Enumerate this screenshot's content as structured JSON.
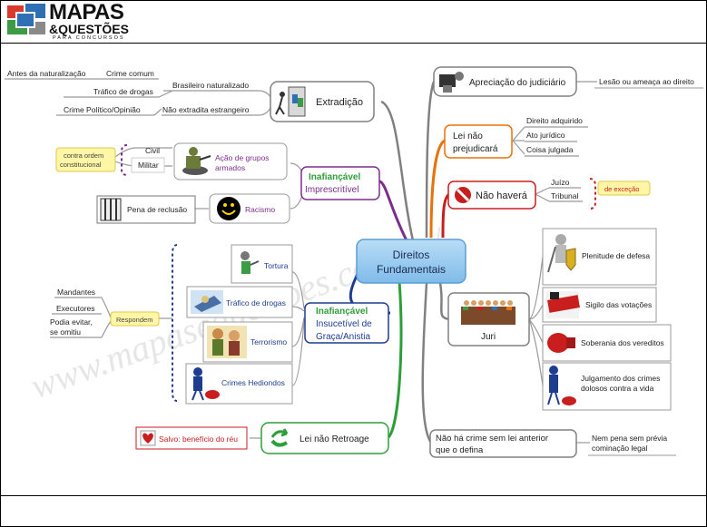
{
  "logo": {
    "line1": "MAPAS",
    "line2": "&QUESTÕES",
    "tagline": "PARA CONCURSOS"
  },
  "watermark": "www.mapasequestoes.com.br/",
  "center": {
    "line1": "Direitos",
    "line2": "Fundamentais"
  },
  "extradicao": {
    "label": "Extradição",
    "items": [
      "Antes da naturalização",
      "Crime comum",
      "Brasileiro naturalizado",
      "Tráfico de drogas",
      "Crime Político/Opinião",
      "Não extradita estrangeiro"
    ]
  },
  "inafiancavel_imprescritivel": {
    "line1": "Inafiançável",
    "line2": "Imprescritível",
    "acao": {
      "line1": "Ação de grupos",
      "line2": "armados"
    },
    "civil": "Civil",
    "militar": "Militar",
    "contra_ordem": {
      "line1": "contra ordem",
      "line2": "constitucional"
    },
    "racismo": "Racismo",
    "pena": "Pena de reclusão"
  },
  "inafiancavel_insuscetivel": {
    "line1": "Inafiançável",
    "line2": "Insucetível de",
    "line3": "Graça/Anistia",
    "items": [
      "Tortura",
      "Tráfico de drogas",
      "Terrorismo",
      "Crimes Hediondos"
    ],
    "respondem": "Respondem",
    "responders": [
      "Mandantes",
      "Executores",
      "Podia evitar,",
      "se omitiu"
    ]
  },
  "lei_nao_retroage": {
    "label": "Lei não Retroage",
    "salvo": "Salvo: benefício do réu"
  },
  "judiciario": {
    "label": "Apreciação do judiciário",
    "detail": "Lesão ou ameaça ao direito"
  },
  "lei_nao_prejudicara": {
    "line1": "Lei não",
    "line2": "prejudicará",
    "items": [
      "Direito adquirido",
      "Ato jurídico",
      "Coisa julgada"
    ]
  },
  "nao_havera": {
    "label": "Não haverá",
    "items": [
      "Juízo",
      "Tribunal"
    ],
    "excecao": "de exceção"
  },
  "juri": {
    "label": "Juri",
    "items": [
      {
        "line1": "Plenitude de defesa",
        "line2": ""
      },
      {
        "line1": "Sigilo das votações",
        "line2": ""
      },
      {
        "line1": "Soberania dos vereditos",
        "line2": ""
      },
      {
        "line1": "Julgamento dos crimes",
        "line2": "dolosos contra a vida"
      }
    ]
  },
  "nao_ha_crime": {
    "line1": "Não há crime sem lei anterior",
    "line2": "que o defina",
    "detail1": "Nem pena sem prévia",
    "detail2": "cominação legal"
  },
  "colors": {
    "purple": "#7b2d8c",
    "blue": "#1f3d8f",
    "green": "#2e9e3a",
    "orange": "#e8720c",
    "red": "#c81e1e",
    "gray": "#808080",
    "center_fill": "#8ec5ee",
    "yellow": "#fff7a6"
  }
}
